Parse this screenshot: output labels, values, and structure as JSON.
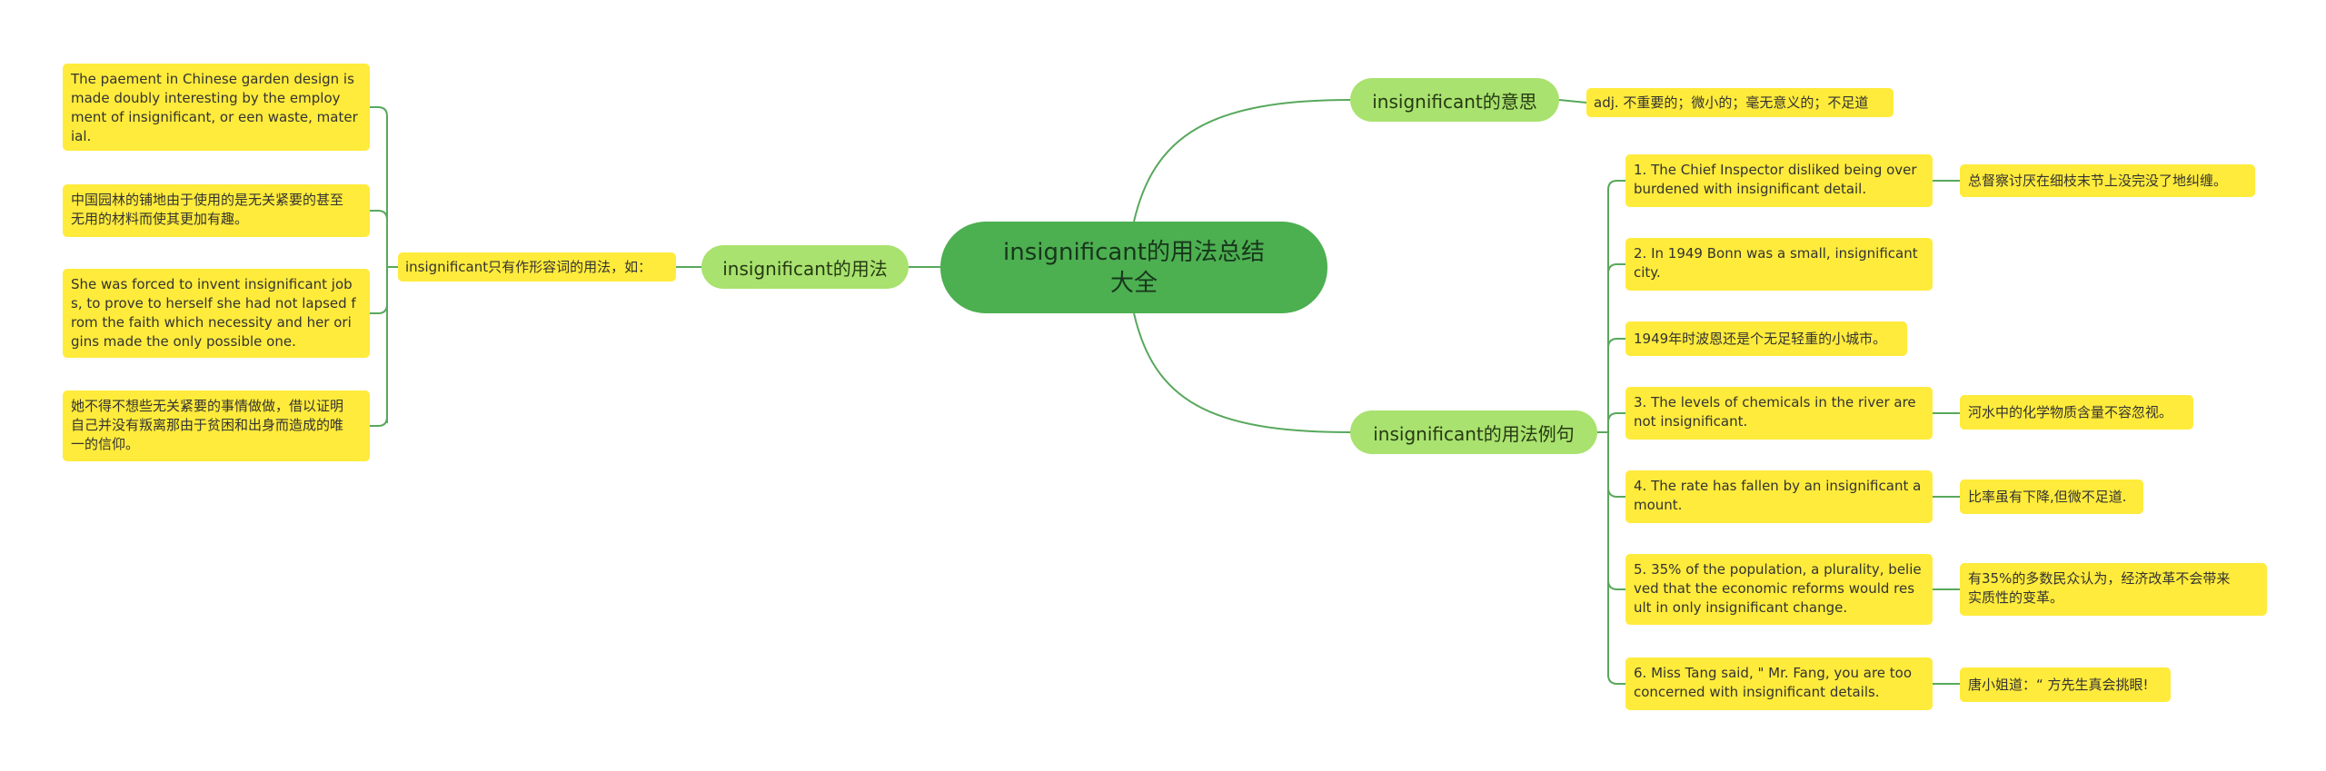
{
  "colors": {
    "root": "#4caf50",
    "branch": "#a9e26f",
    "leaf": "#ffeb3b",
    "line": "#58a85c"
  },
  "root": {
    "title": "insignificant的用法总结\n大全"
  },
  "branches": {
    "meaning": {
      "label": "insignificant的意思",
      "definition": "adj. 不重要的；微小的；毫无意义的；不足道"
    },
    "usage": {
      "label": "insignificant的用法",
      "note": "insignificant只有作形容词的用法，如：",
      "items": [
        "The paement in Chinese garden design is\n made doubly interesting by the employ\nment of insignificant, or een waste, mater\nial.",
        "中国园林的铺地由于使用的是无关紧要的甚至\n无用的材料而使其更加有趣。",
        "She was forced to invent insignificant job\ns, to prove to herself she had not lapsed f\nrom the faith which necessity and her ori\ngins made the only possible one.",
        "她不得不想些无关紧要的事情做做，借以证明\n自己并没有叛离那由于贫困和出身而造成的唯\n一的信仰。"
      ]
    },
    "examples": {
      "label": "insignificant的用法例句",
      "items": [
        {
          "en": "1. The Chief Inspector disliked being over\nburdened with insignificant detail.",
          "zh": "总督察讨厌在细枝末节上没完没了地纠缠。"
        },
        {
          "en": "2. In 1949 Bonn was a small, insignificant\ncity.",
          "zh": ""
        },
        {
          "en": "1949年时波恩还是个无足轻重的小城市。",
          "zh": ""
        },
        {
          "en": "3. The levels of chemicals in the river are\nnot insignificant.",
          "zh": "河水中的化学物质含量不容忽视。"
        },
        {
          "en": "4. The rate has fallen by an insignificant a\nmount.",
          "zh": "比率虽有下降,但微不足道."
        },
        {
          "en": "5. 35% of the population, a plurality, belie\nved that the economic reforms would res\nult in only insignificant change.",
          "zh": "有35%的多数民众认为，经济改革不会带来\n实质性的变革。"
        },
        {
          "en": "6. Miss Tang said, \" Mr. Fang, you are too\n concerned with insignificant details.",
          "zh": "唐小姐道：“ 方先生真会挑眼!"
        }
      ]
    }
  }
}
